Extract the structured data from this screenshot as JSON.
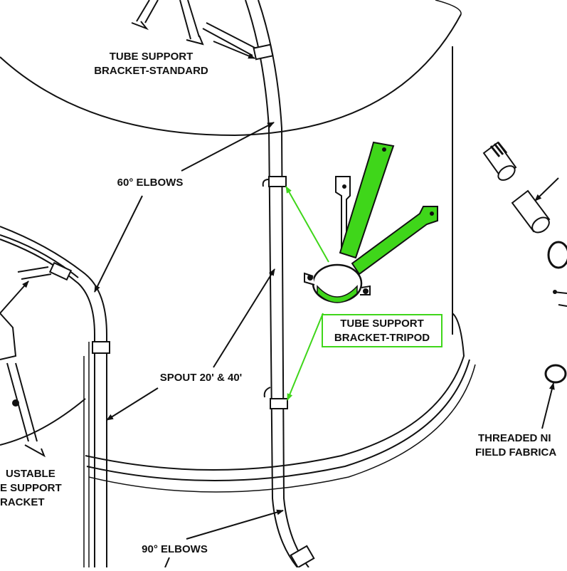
{
  "labels": {
    "tube_standard_l1": "TUBE SUPPORT",
    "tube_standard_l2": "BRACKET-STANDARD",
    "elbows_60": "60° ELBOWS",
    "tripod_l1": "TUBE SUPPORT",
    "tripod_l2": "BRACKET-TRIPOD",
    "spout": "SPOUT 20' & 40'",
    "adjustable_l1": "USTABLE",
    "adjustable_l2": "E SUPPORT",
    "adjustable_l3": "RACKET",
    "elbows_90": "90° ELBOWS",
    "threaded_l1": "THREADED NI",
    "threaded_l2": "FIELD FABRICA"
  },
  "colors": {
    "line": "#111111",
    "highlight": "#3fd61a",
    "background": "#ffffff"
  }
}
